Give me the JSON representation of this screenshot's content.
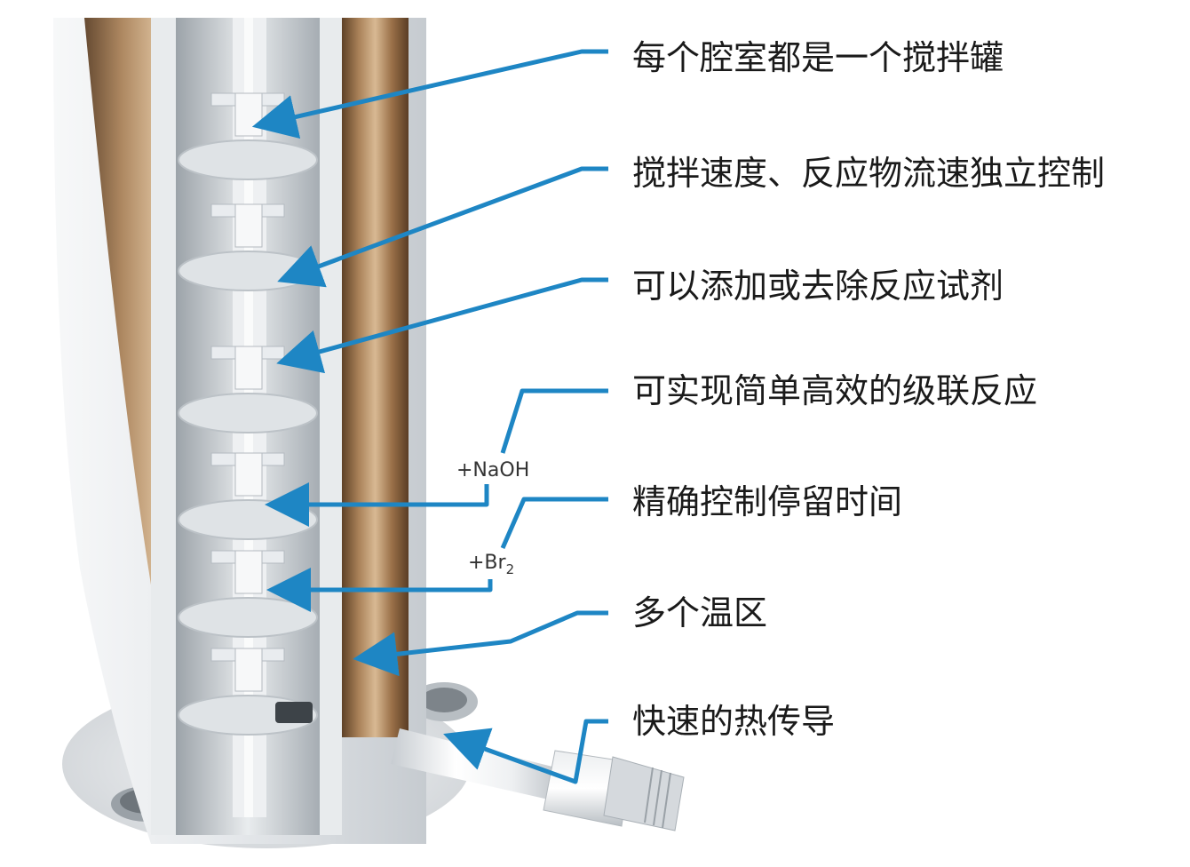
{
  "colors": {
    "arrow": "#1e86c4",
    "steel_light": "#f2f4f6",
    "steel_mid": "#c9ced3",
    "steel_dark": "#8f969d",
    "copper_light": "#c9a47e",
    "copper_dark": "#6b4a2c"
  },
  "callouts": [
    {
      "id": "stirred-tank",
      "text": "每个腔室都是一个搅拌罐"
    },
    {
      "id": "independent-control",
      "text": "搅拌速度、反应物流速独立控制"
    },
    {
      "id": "add-remove-reagents",
      "text": "可以添加或去除反应试剂"
    },
    {
      "id": "cascade-reactions",
      "text": "可实现简单高效的级联反应"
    },
    {
      "id": "residence-time",
      "text": "精确控制停留时间"
    },
    {
      "id": "temperature-zones",
      "text": "多个温区"
    },
    {
      "id": "heat-transfer",
      "text": "快速的热传导"
    }
  ],
  "reagents": {
    "naoh": "+NaOH",
    "br_base": "+Br",
    "br_sub": "2"
  },
  "icons": {
    "arrow_head": "arrowhead-icon"
  }
}
